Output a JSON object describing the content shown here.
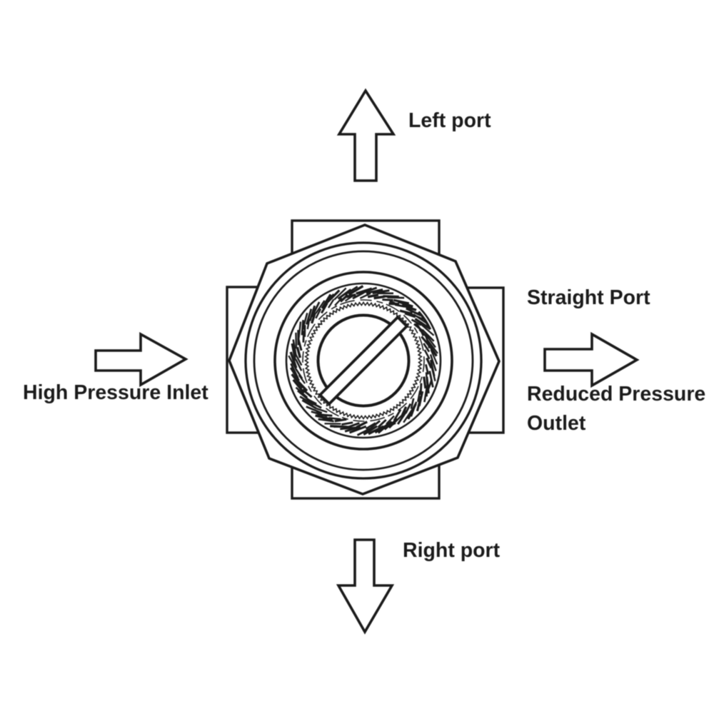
{
  "diagram": {
    "type": "technical-line-diagram",
    "subject": "pressure regulator fitting end view with port arrows",
    "colors": {
      "ink": "#1b1b1b",
      "background": "#ffffff"
    },
    "labels": {
      "left_port": "Left port",
      "high_pressure_inlet": "High Pressure Inlet",
      "straight_port": "Straight Port",
      "reduced_pressure_outlet": "Reduced Pressure Outlet",
      "right_port": "Right port"
    },
    "arrows": [
      {
        "name": "left-port-arrow",
        "direction": "up"
      },
      {
        "name": "high-pressure-inlet-arrow",
        "direction": "right"
      },
      {
        "name": "reduced-pressure-outlet-arrow",
        "direction": "right"
      },
      {
        "name": "right-port-arrow",
        "direction": "down"
      }
    ]
  }
}
